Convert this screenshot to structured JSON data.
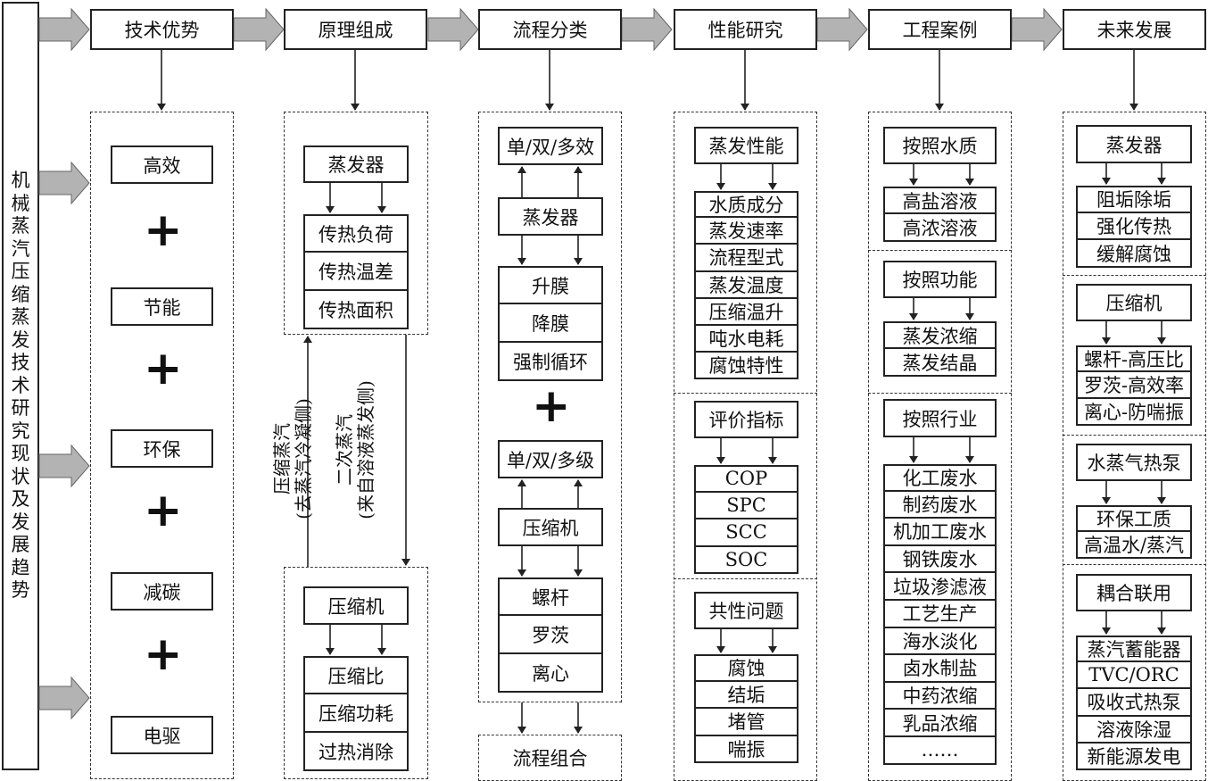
{
  "title": "机械蒸汽压缩蒸发技术研究现状及发展趋势",
  "headers": [
    "技术优势",
    "原理组成",
    "流程分类",
    "性能研究",
    "工程案例",
    "未来发展"
  ],
  "advantages": [
    "高效",
    "节能",
    "环保",
    "减碳",
    "电驱"
  ],
  "plus_symbol": "+",
  "principle": {
    "evaporator": "蒸发器",
    "evaporator_items": [
      "传热负荷",
      "传热温差",
      "传热面积"
    ],
    "compressor": "压缩机",
    "compressor_items": [
      "压缩比",
      "压缩功耗",
      "过热消除"
    ],
    "up_label": "压缩蒸汽",
    "up_sub": "(去蒸汽冷凝侧)",
    "down_label": "二次蒸汽",
    "down_sub": "(来自溶液蒸发侧)"
  },
  "process": {
    "effect": "单/双/多效",
    "evaporator": "蒸发器",
    "evaporator_types": [
      "升膜",
      "降膜",
      "强制循环"
    ],
    "stage": "单/双/多级",
    "compressor": "压缩机",
    "compressor_types": [
      "螺杆",
      "罗茨",
      "离心"
    ],
    "combination": "流程组合"
  },
  "performance": {
    "evap": "蒸发性能",
    "evap_items": [
      "水质成分",
      "蒸发速率",
      "流程型式",
      "蒸发温度",
      "压缩温升",
      "吨水电耗",
      "腐蚀特性"
    ],
    "eval": "评价指标",
    "eval_items": [
      "COP",
      "SPC",
      "SCC",
      "SOC"
    ],
    "common": "共性问题",
    "common_items": [
      "腐蚀",
      "结垢",
      "堵管",
      "喘振"
    ]
  },
  "cases": {
    "water": "按照水质",
    "water_items": [
      "高盐溶液",
      "高浓溶液"
    ],
    "function": "按照功能",
    "function_items": [
      "蒸发浓缩",
      "蒸发结晶"
    ],
    "industry": "按照行业",
    "industry_items": [
      "化工废水",
      "制药废水",
      "机加工废水",
      "钢铁废水",
      "垃圾渗滤液",
      "工艺生产",
      "海水淡化",
      "卤水制盐",
      "中药浓缩",
      "乳品浓缩",
      "……"
    ]
  },
  "future": {
    "evaporator": "蒸发器",
    "evaporator_items": [
      "阻垢除垢",
      "强化传热",
      "缓解腐蚀"
    ],
    "compressor": "压缩机",
    "compressor_items": [
      "螺杆-高压比",
      "罗茨-高效率",
      "离心-防喘振"
    ],
    "heatpump": "水蒸气热泵",
    "heatpump_items": [
      "环保工质",
      "高温水/蒸汽"
    ],
    "coupling": "耦合联用",
    "coupling_items": [
      "蒸汽蓄能器",
      "TVC/ORC",
      "吸收式热泵",
      "溶液除湿",
      "新能源发电"
    ]
  },
  "colors": {
    "arrow_fill": "#b3b3b3",
    "line": "#222222"
  }
}
